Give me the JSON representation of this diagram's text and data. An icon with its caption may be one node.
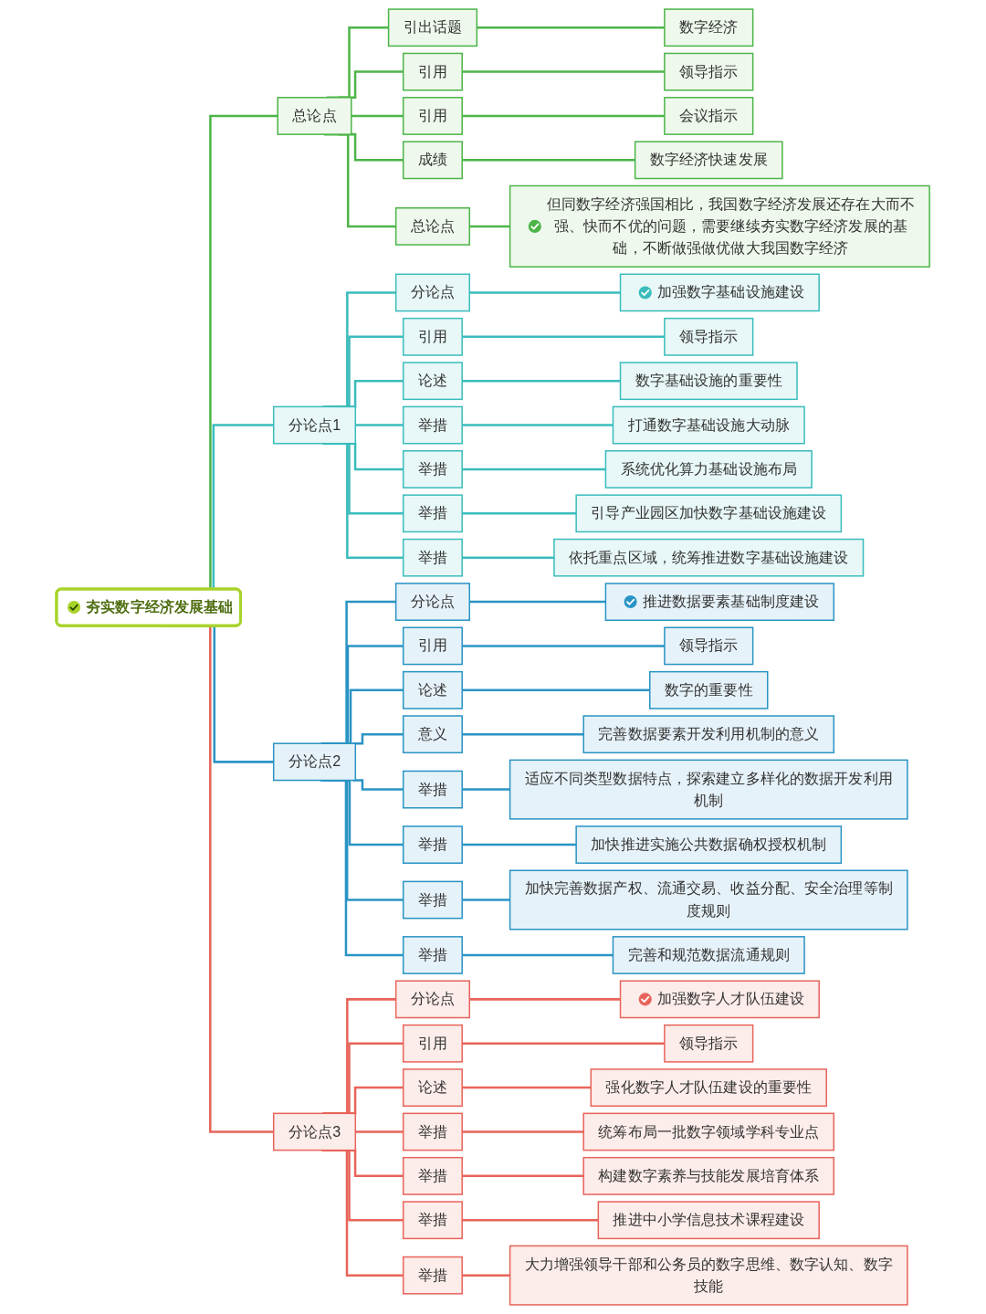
{
  "diagram": {
    "nodes": [
      {
        "text": [
          "夯实数字经济发展基础"
        ]
      },
      {
        "text": [
          "总论点"
        ]
      },
      {
        "text": [
          "引出话题"
        ]
      },
      {
        "text": [
          "数字经济"
        ]
      },
      {
        "text": [
          "引用"
        ]
      },
      {
        "text": [
          "领导指示"
        ]
      },
      {
        "text": [
          "引用"
        ]
      },
      {
        "text": [
          "会议指示"
        ]
      },
      {
        "text": [
          "成绩"
        ]
      },
      {
        "text": [
          "数字经济快速发展"
        ]
      },
      {
        "text": [
          "总论点"
        ]
      },
      {
        "text": [
          "但同数字经济强国相比，我国数字经济发展还存在大而不强、快而不优的问题，需要继续夯实数字经济发展的基础，不断做强做优做大我国数字经济"
        ]
      },
      {
        "text": [
          "分论点1"
        ]
      },
      {
        "text": [
          "分论点"
        ]
      },
      {
        "text": [
          "加强数字基础设施建设"
        ]
      },
      {
        "text": [
          "引用"
        ]
      },
      {
        "text": [
          "领导指示"
        ]
      },
      {
        "text": [
          "论述"
        ]
      },
      {
        "text": [
          "数字基础设施的重要性"
        ]
      },
      {
        "text": [
          "举措"
        ]
      },
      {
        "text": [
          "打通数字基础设施大动脉"
        ]
      },
      {
        "text": [
          "举措"
        ]
      },
      {
        "text": [
          "系统优化算力基础设施布局"
        ]
      },
      {
        "text": [
          "举措"
        ]
      },
      {
        "text": [
          "引导产业园区加快数字基础设施建设"
        ]
      },
      {
        "text": [
          "举措"
        ]
      },
      {
        "text": [
          "依托重点区域，统筹推进数字基础设施建设"
        ]
      },
      {
        "text": [
          "分论点2"
        ]
      },
      {
        "text": [
          "分论点"
        ]
      },
      {
        "text": [
          "推进数据要素基础制度建设"
        ]
      },
      {
        "text": [
          "引用"
        ]
      },
      {
        "text": [
          "领导指示"
        ]
      },
      {
        "text": [
          "论述"
        ]
      },
      {
        "text": [
          "数字的重要性"
        ]
      },
      {
        "text": [
          "意义"
        ]
      },
      {
        "text": [
          "完善数据要素开发利用机制的意义"
        ]
      },
      {
        "text": [
          "举措"
        ]
      },
      {
        "text": [
          "适应不同类型数据特点，探索建立多样化的数据开发利用机制"
        ]
      },
      {
        "text": [
          "举措"
        ]
      },
      {
        "text": [
          "加快推进实施公共数据确权授权机制"
        ]
      },
      {
        "text": [
          "举措"
        ]
      },
      {
        "text": [
          "加快完善数据产权、流通交易、收益分配、安全治理等制度规则"
        ]
      },
      {
        "text": [
          "举措"
        ]
      },
      {
        "text": [
          "完善和规范数据流通规则"
        ]
      },
      {
        "text": [
          "分论点3"
        ]
      },
      {
        "text": [
          "分论点"
        ]
      },
      {
        "text": [
          "加强数字人才队伍建设"
        ]
      },
      {
        "text": [
          "引用"
        ]
      },
      {
        "text": [
          "领导指示"
        ]
      },
      {
        "text": [
          "论述"
        ]
      },
      {
        "text": [
          "强化数字人才队伍建设的重要性"
        ]
      },
      {
        "text": [
          "举措"
        ]
      },
      {
        "text": [
          "统筹布局一批数字领域学科专业点"
        ]
      },
      {
        "text": [
          "举措"
        ]
      },
      {
        "text": [
          "构建数字素养与技能发展培育体系"
        ]
      },
      {
        "text": [
          "举措"
        ]
      },
      {
        "text": [
          "推进中小学信息技术课程建设"
        ]
      },
      {
        "text": [
          "举措"
        ]
      },
      {
        "text": [
          "大力增强领导干部和公务员的数字思维、数字认知、数字技能"
        ]
      }
    ],
    "edges": [
      {
        "from": 0,
        "to": 1,
        "arrow": "none",
        "color": "#4cb548"
      },
      {
        "from": 1,
        "to": 2,
        "arrow": "none",
        "color": "#4cb548"
      },
      {
        "from": 2,
        "to": 3,
        "arrow": "none",
        "color": "#4cb548"
      },
      {
        "from": 1,
        "to": 4,
        "arrow": "none",
        "color": "#4cb548"
      },
      {
        "from": 4,
        "to": 5,
        "arrow": "none",
        "color": "#4cb548"
      },
      {
        "from": 1,
        "to": 6,
        "arrow": "none",
        "color": "#4cb548"
      },
      {
        "from": 6,
        "to": 7,
        "arrow": "none",
        "color": "#4cb548"
      },
      {
        "from": 1,
        "to": 8,
        "arrow": "none",
        "color": "#4cb548"
      },
      {
        "from": 8,
        "to": 9,
        "arrow": "none",
        "color": "#4cb548"
      },
      {
        "from": 1,
        "to": 10,
        "arrow": "none",
        "color": "#4cb548"
      },
      {
        "from": 10,
        "to": 11,
        "arrow": "none",
        "color": "#4cb548"
      },
      {
        "from": 0,
        "to": 12,
        "arrow": "none",
        "color": "#3bbcbc"
      },
      {
        "from": 12,
        "to": 13,
        "arrow": "none",
        "color": "#3bbcbc"
      },
      {
        "from": 13,
        "to": 14,
        "arrow": "none",
        "color": "#3bbcbc"
      },
      {
        "from": 12,
        "to": 15,
        "arrow": "none",
        "color": "#3bbcbc"
      },
      {
        "from": 15,
        "to": 16,
        "arrow": "none",
        "color": "#3bbcbc"
      },
      {
        "from": 12,
        "to": 17,
        "arrow": "none",
        "color": "#3bbcbc"
      },
      {
        "from": 17,
        "to": 18,
        "arrow": "none",
        "color": "#3bbcbc"
      },
      {
        "from": 12,
        "to": 19,
        "arrow": "none",
        "color": "#3bbcbc"
      },
      {
        "from": 19,
        "to": 20,
        "arrow": "none",
        "color": "#3bbcbc"
      },
      {
        "from": 12,
        "to": 21,
        "arrow": "none",
        "color": "#3bbcbc"
      },
      {
        "from": 21,
        "to": 22,
        "arrow": "none",
        "color": "#3bbcbc"
      },
      {
        "from": 12,
        "to": 23,
        "arrow": "none",
        "color": "#3bbcbc"
      },
      {
        "from": 23,
        "to": 24,
        "arrow": "none",
        "color": "#3bbcbc"
      },
      {
        "from": 12,
        "to": 25,
        "arrow": "none",
        "color": "#3bbcbc"
      },
      {
        "from": 25,
        "to": 26,
        "arrow": "none",
        "color": "#3bbcbc"
      },
      {
        "from": 0,
        "to": 27,
        "arrow": "none",
        "color": "#2a94c4"
      },
      {
        "from": 27,
        "to": 28,
        "arrow": "none",
        "color": "#2a94c4"
      },
      {
        "from": 28,
        "to": 29,
        "arrow": "none",
        "color": "#2a94c4"
      },
      {
        "from": 27,
        "to": 30,
        "arrow": "none",
        "color": "#2a94c4"
      },
      {
        "from": 30,
        "to": 31,
        "arrow": "none",
        "color": "#2a94c4"
      },
      {
        "from": 27,
        "to": 32,
        "arrow": "none",
        "color": "#2a94c4"
      },
      {
        "from": 32,
        "to": 33,
        "arrow": "none",
        "color": "#2a94c4"
      },
      {
        "from": 27,
        "to": 34,
        "arrow": "none",
        "color": "#2a94c4"
      },
      {
        "from": 34,
        "to": 35,
        "arrow": "none",
        "color": "#2a94c4"
      },
      {
        "from": 27,
        "to": 36,
        "arrow": "none",
        "color": "#2a94c4"
      },
      {
        "from": 36,
        "to": 37,
        "arrow": "none",
        "color": "#2a94c4"
      },
      {
        "from": 27,
        "to": 38,
        "arrow": "none",
        "color": "#2a94c4"
      },
      {
        "from": 38,
        "to": 39,
        "arrow": "none",
        "color": "#2a94c4"
      },
      {
        "from": 27,
        "to": 40,
        "arrow": "none",
        "color": "#2a94c4"
      },
      {
        "from": 40,
        "to": 41,
        "arrow": "none",
        "color": "#2a94c4"
      },
      {
        "from": 27,
        "to": 42,
        "arrow": "none",
        "color": "#2a94c4"
      },
      {
        "from": 42,
        "to": 43,
        "arrow": "none",
        "color": "#2a94c4"
      },
      {
        "from": 0,
        "to": 44,
        "arrow": "none",
        "color": "#e8645a"
      },
      {
        "from": 44,
        "to": 45,
        "arrow": "none",
        "color": "#e8645a"
      },
      {
        "from": 45,
        "to": 46,
        "arrow": "none",
        "color": "#e8645a"
      },
      {
        "from": 44,
        "to": 47,
        "arrow": "none",
        "color": "#e8645a"
      },
      {
        "from": 47,
        "to": 48,
        "arrow": "none",
        "color": "#e8645a"
      },
      {
        "from": 44,
        "to": 49,
        "arrow": "none",
        "color": "#e8645a"
      },
      {
        "from": 49,
        "to": 50,
        "arrow": "none",
        "color": "#e8645a"
      },
      {
        "from": 44,
        "to": 51,
        "arrow": "none",
        "color": "#e8645a"
      },
      {
        "from": 51,
        "to": 52,
        "arrow": "none",
        "color": "#e8645a"
      },
      {
        "from": 44,
        "to": 53,
        "arrow": "none",
        "color": "#e8645a"
      },
      {
        "from": 53,
        "to": 54,
        "arrow": "none",
        "color": "#e8645a"
      },
      {
        "from": 44,
        "to": 55,
        "arrow": "none",
        "color": "#e8645a"
      },
      {
        "from": 55,
        "to": 56,
        "arrow": "none",
        "color": "#e8645a"
      },
      {
        "from": 44,
        "to": 57,
        "arrow": "none",
        "color": "#e8645a"
      },
      {
        "from": 57,
        "to": 58,
        "arrow": "none",
        "color": "#e8645a"
      }
    ]
  }
}
